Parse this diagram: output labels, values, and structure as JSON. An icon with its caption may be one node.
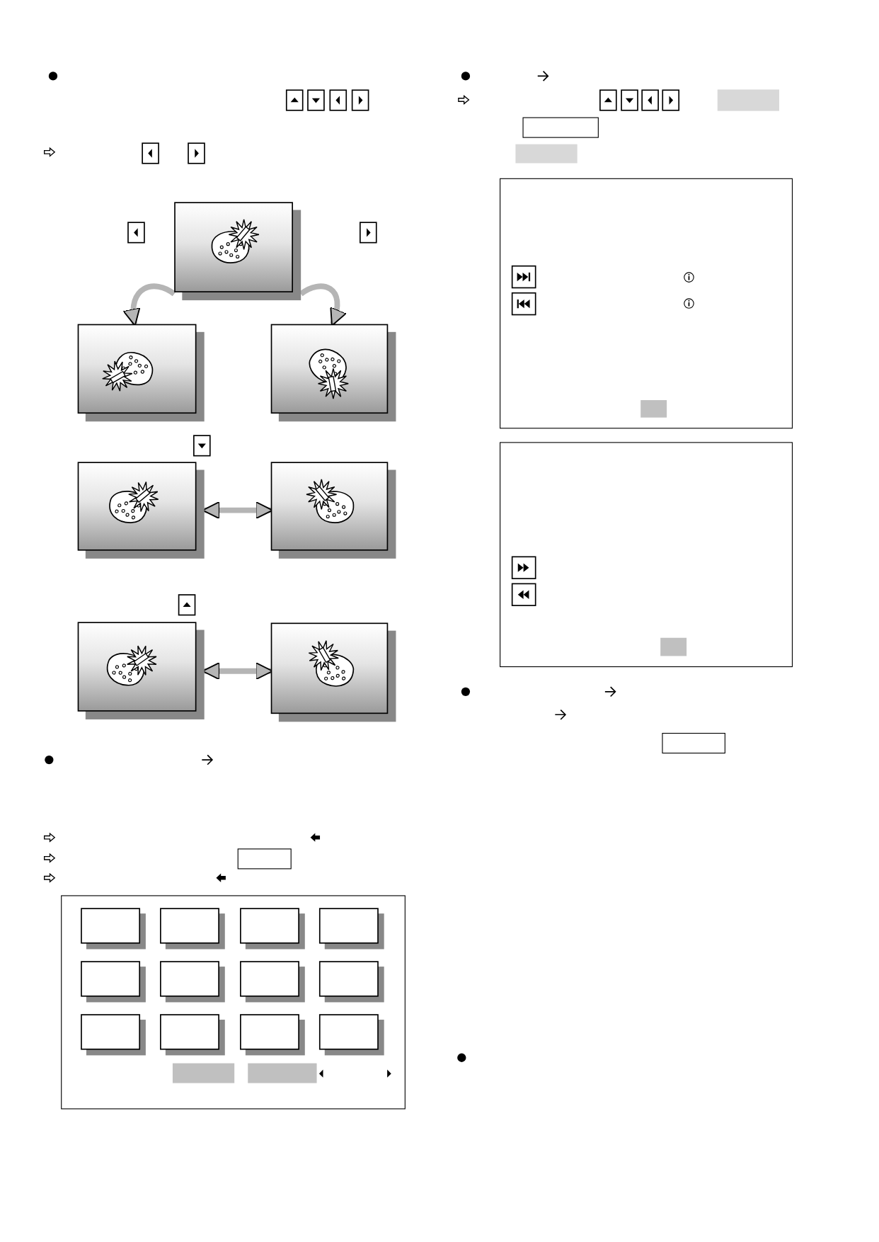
{
  "diagram": {
    "nodes": [
      {
        "text": [],
        "shape": "picture"
      },
      {
        "text": [],
        "shape": "picture"
      },
      {
        "text": [],
        "shape": "picture"
      },
      {
        "text": [],
        "shape": "picture"
      },
      {
        "text": [],
        "shape": "picture"
      },
      {
        "text": [],
        "shape": "picture"
      },
      {
        "text": [],
        "shape": "picture"
      },
      {
        "text": [],
        "shape": "box"
      },
      {
        "text": [],
        "shape": "box"
      },
      {
        "text": [],
        "shape": "box"
      },
      {
        "text": [],
        "shape": "box",
        "in": 9
      },
      {
        "text": [],
        "shape": "box",
        "in": 9
      },
      {
        "text": [],
        "shape": "box",
        "in": 9
      },
      {
        "text": [],
        "shape": "box",
        "in": 9
      },
      {
        "text": [],
        "shape": "box",
        "in": 9
      },
      {
        "text": [],
        "shape": "box",
        "in": 9
      },
      {
        "text": [],
        "shape": "box",
        "in": 9
      },
      {
        "text": [],
        "shape": "box",
        "in": 9
      },
      {
        "text": [],
        "shape": "box",
        "in": 9
      },
      {
        "text": [],
        "shape": "box",
        "in": 9
      },
      {
        "text": [],
        "shape": "box",
        "in": 9
      },
      {
        "text": [],
        "shape": "box",
        "in": 9
      },
      {
        "text": [],
        "shape": "bar"
      },
      {
        "text": [],
        "shape": "bar"
      },
      {
        "text": [],
        "shape": "bar",
        "in": 7
      },
      {
        "text": [],
        "shape": "bar",
        "in": 8
      },
      {
        "text": [],
        "shape": "bar",
        "in": 9
      },
      {
        "text": [],
        "shape": "bar",
        "in": 9
      }
    ],
    "edges": [
      {
        "from": 0,
        "to": 1,
        "arrow": "to"
      },
      {
        "from": 0,
        "to": 2,
        "arrow": "to"
      },
      {
        "from": 3,
        "to": 4,
        "arrow": "both"
      },
      {
        "from": 5,
        "to": 6,
        "arrow": "both"
      }
    ]
  }
}
